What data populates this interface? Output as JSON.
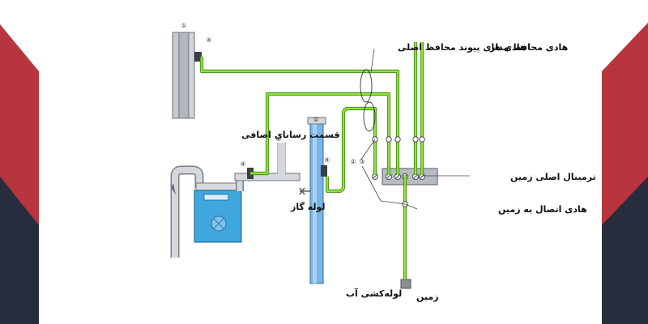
{
  "colors": {
    "red": "#b8343e",
    "navy": "#272d3d",
    "wire": "#8ee43a",
    "wire_dark": "#3d7d14",
    "pipe": "#c9ccd2",
    "meter": "#3fa6de",
    "water": "#6fb0e6",
    "terminal": "#b7bbc2"
  },
  "labels": {
    "circuit_conductors": "هادی محافظ مدار",
    "bonding_conductors": "هادی های پیوند محافظ اصلی",
    "extraneous_part": "قسمت رسانای اضافی",
    "main_terminal": "ترمینال اصلی زمین",
    "earthing_conductor": "هادی اتصال به زمین",
    "gas_pipe": "لوله گاز",
    "water_pipe": "لوله‌کشی آب",
    "earth": "زمین"
  },
  "markers": {
    "one": "①",
    "two": "②",
    "three": "③",
    "four": "④"
  },
  "icons": {
    "background": "decorative-stripes",
    "meter": "gas-meter-icon"
  }
}
